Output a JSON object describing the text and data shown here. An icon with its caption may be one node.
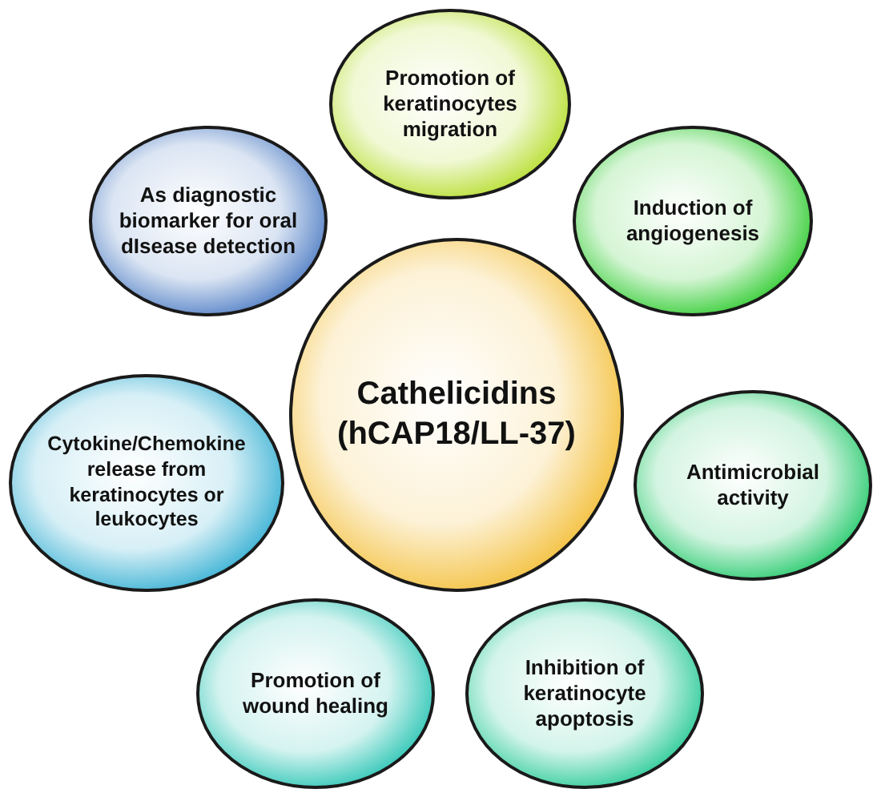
{
  "diagram": {
    "nodes": [
      {
        "text": [
          "Promotion of keratinocytes migration"
        ]
      },
      {
        "text": [
          "As diagnostic biomarker for oral dIsease detection"
        ]
      },
      {
        "text": [
          "Induction of angiogenesis"
        ]
      },
      {
        "text": [
          "Cathelicidins (hCAP18/LL-37)"
        ]
      },
      {
        "text": [
          "Cytokine/Chemokine release from keratinocytes or leukocytes"
        ]
      },
      {
        "text": [
          "Antimicrobial activity"
        ]
      },
      {
        "text": [
          "Promotion of wound healing"
        ]
      },
      {
        "text": [
          "Inhibition of keratinocyte apoptosis"
        ]
      }
    ]
  }
}
